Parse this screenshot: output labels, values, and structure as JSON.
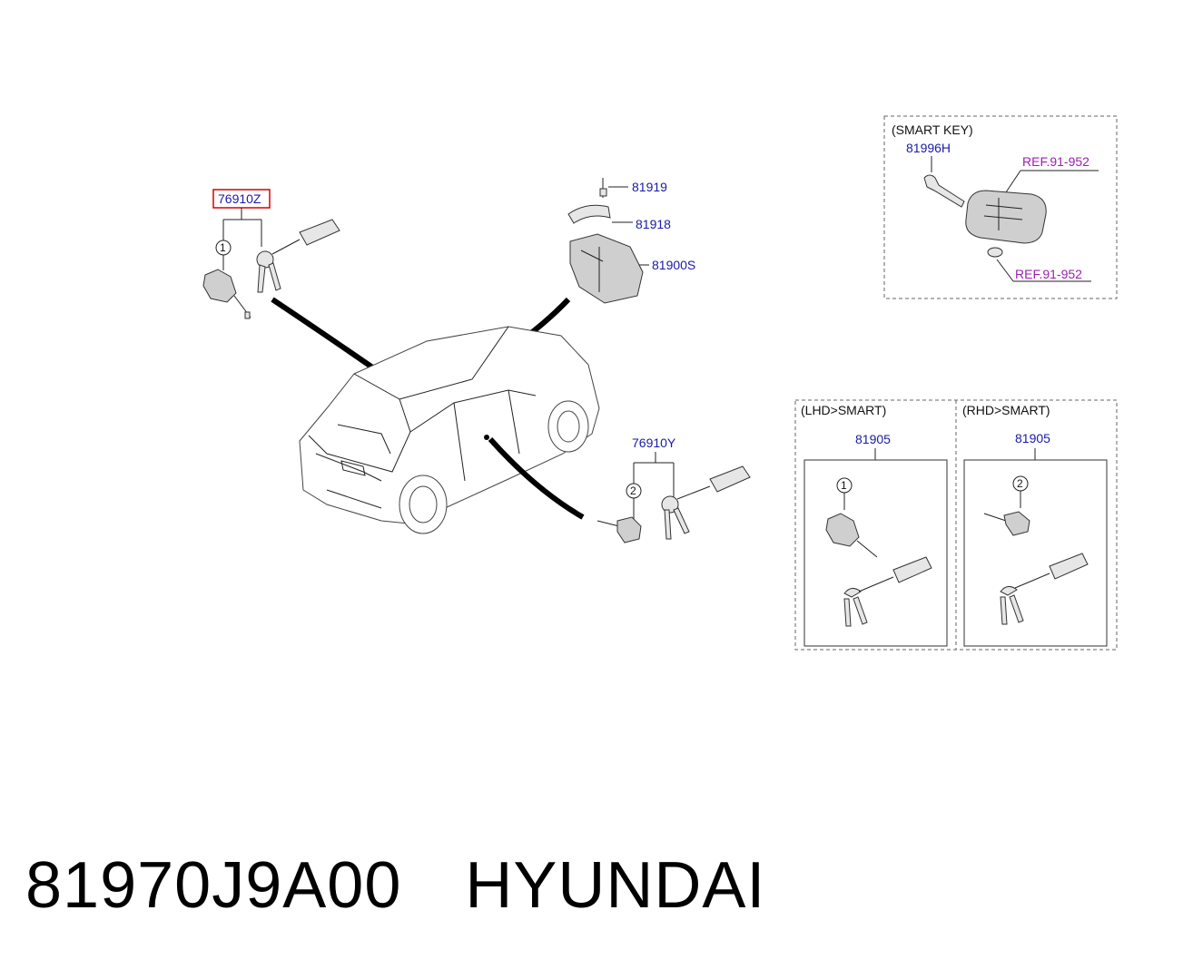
{
  "callouts": {
    "top_left_assembly": "76910Z",
    "key_cylinder_bolt": "81919",
    "bracket": "81918",
    "ignition_lock": "81900S",
    "door_assembly": "76910Y"
  },
  "circle_refs": {
    "one": "1",
    "two": "2"
  },
  "smart_key_panel": {
    "title": "(SMART KEY)",
    "blade": "81996H",
    "ref_fob": "REF.91-952",
    "ref_battery": "REF.91-952"
  },
  "lhd_panel": {
    "title": "(LHD>SMART)",
    "part": "81905",
    "circle": "1"
  },
  "rhd_panel": {
    "title": "(RHD>SMART)",
    "part": "81905",
    "circle": "2"
  },
  "footer": {
    "part_number": "81970J9A00",
    "brand": "HYUNDAI"
  },
  "colors": {
    "callout_blue": "#1a1aa6",
    "ref_purple": "#9b1fb0",
    "highlight_red": "#d40000"
  }
}
